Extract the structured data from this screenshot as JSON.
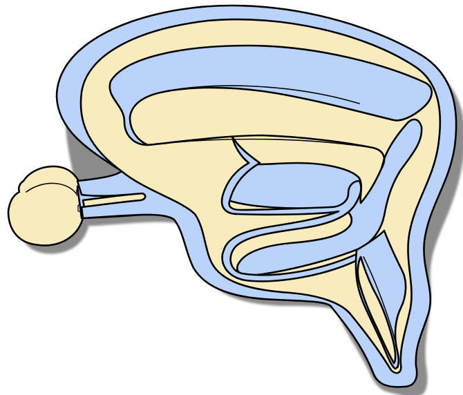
{
  "diagram": {
    "colors": {
      "fluid": "#b9d3fb",
      "tissue": "#f8ecbf",
      "outline": "#000000",
      "shadow": "#8c8c8c",
      "background": "#ffffff"
    },
    "regions": [
      "outer-fluid-layer",
      "brain-tissue",
      "lateral-ventricle",
      "third-ventricle",
      "cerebral-aqueduct",
      "fourth-ventricle",
      "spinal-canal",
      "eye",
      "optic-nerve"
    ]
  }
}
